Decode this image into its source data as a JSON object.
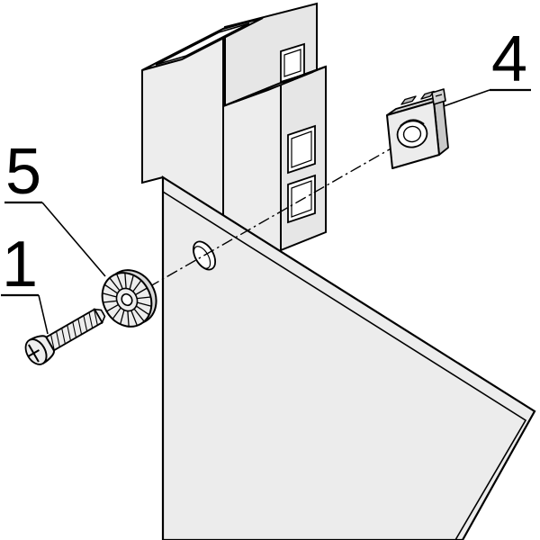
{
  "drawing": {
    "kind": "exploded-assembly-technical-drawing",
    "background_color": "#ffffff",
    "line_color": "#000000",
    "part_fill_color": "#ececec",
    "callouts": [
      {
        "label": "1",
        "part": "screw"
      },
      {
        "label": "4",
        "part": "cage-nut"
      },
      {
        "label": "5",
        "part": "serrated-washer"
      }
    ]
  }
}
